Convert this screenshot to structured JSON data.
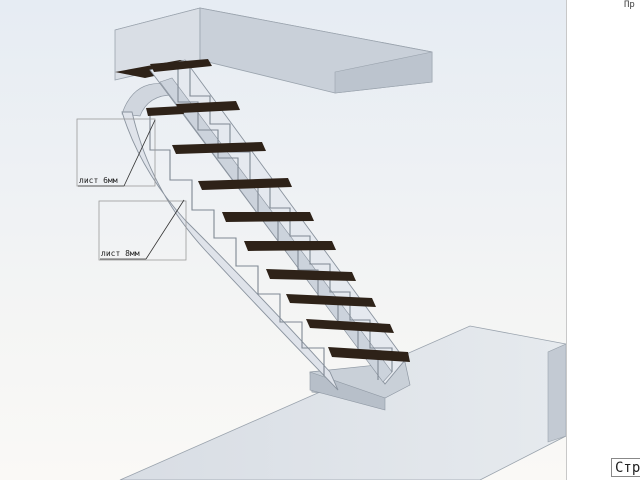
{
  "viewport": {
    "callouts": [
      {
        "label": "лист 6мм"
      },
      {
        "label": "лист 8мм"
      }
    ]
  },
  "panel": {
    "corner_label": "Пр",
    "status_label": "Стро"
  },
  "colors": {
    "sky_top": "#e9eef4",
    "sky_bottom": "#f8f8f6",
    "concrete": "#e4e8ee",
    "stringer": "#e2e6ee",
    "tread": "#2e2218"
  }
}
